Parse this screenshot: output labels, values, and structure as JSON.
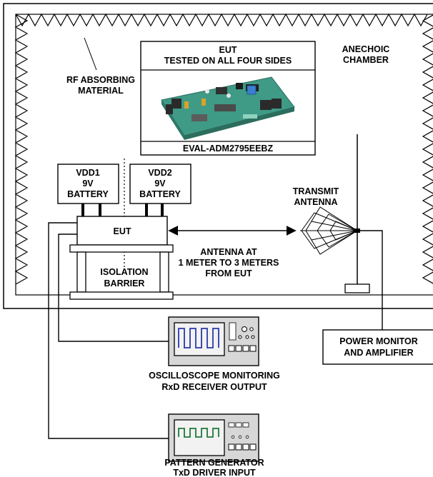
{
  "chamber": {
    "title_lines": [
      "ANECHOIC",
      "CHAMBER"
    ],
    "absorber_lines": [
      "RF ABSORBING",
      "MATERIAL"
    ]
  },
  "eut_board": {
    "header_lines": [
      "EUT",
      "TESTED ON ALL FOUR SIDES"
    ],
    "caption": "EVAL-ADM2795EEBZ"
  },
  "batteries": [
    {
      "lines": [
        "VDD1",
        "9V",
        "BATTERY"
      ]
    },
    {
      "lines": [
        "VDD2",
        "9V",
        "BATTERY"
      ]
    }
  ],
  "eut_label": "EUT",
  "isolation_lines": [
    "ISOLATION",
    "BARRIER"
  ],
  "antenna": {
    "label_lines": [
      "TRANSMIT",
      "ANTENNA"
    ],
    "distance_lines": [
      "ANTENNA AT",
      "1 METER TO 3 METERS",
      "FROM EUT"
    ]
  },
  "power_monitor_lines": [
    "POWER MONITOR",
    "AND AMPLIFIER"
  ],
  "oscilloscope_lines": [
    "OSCILLOSCOPE MONITORING",
    "RxD RECEIVER OUTPUT"
  ],
  "pattern_gen_lines": [
    "PATTERN GENERATOR",
    "TxD DRIVER INPUT"
  ],
  "colors": {
    "scope_trace": "#2a3aa8",
    "generator_trace": "#1f7a3a",
    "instrument_body": "#d7d7d7",
    "screen_bg": "#f2f2f2",
    "board_green": "#3f9a86"
  }
}
